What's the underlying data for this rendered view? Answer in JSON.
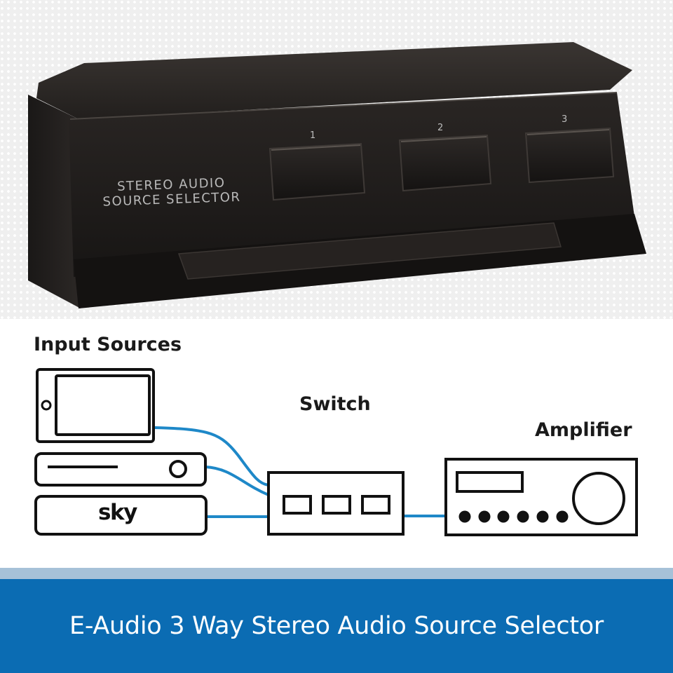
{
  "product": {
    "front_label_line1": "STEREO AUDIO",
    "front_label_line2": "SOURCE SELECTOR",
    "button_numbers": [
      "1",
      "2",
      "3"
    ]
  },
  "diagram": {
    "input_sources_heading": "Input Sources",
    "switch_heading": "Switch",
    "amplifier_heading": "Amplifier",
    "sky_logo_text": "sky"
  },
  "banner": {
    "title": "E-Audio 3 Way Stereo Audio Source Selector"
  },
  "colors": {
    "banner_blue": "#0b6cb3",
    "stripe_light_blue": "#a6c1d8",
    "cable_blue": "#1e88c8",
    "device_black": "#1c1917"
  }
}
